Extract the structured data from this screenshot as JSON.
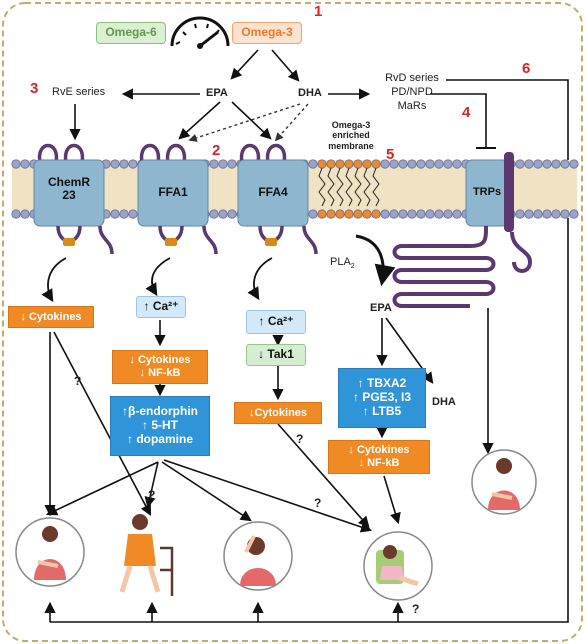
{
  "numbers": {
    "n1": "1",
    "n2": "2",
    "n3": "3",
    "n4": "4",
    "n5": "5",
    "n6": "6"
  },
  "top": {
    "omega6": "Omega-6",
    "omega3": "Omega-3",
    "epa": "EPA",
    "dha": "DHA",
    "rve_series": "RvE series",
    "rvd_series": "RvD series",
    "pd_npd": "PD/NPD",
    "mars": "MaRs"
  },
  "membrane": {
    "enriched_line1": "Omega-3",
    "enriched_line2": "enriched",
    "enriched_line3": "membrane"
  },
  "receptors": {
    "chemr_line1": "ChemR",
    "chemr_line2": "23",
    "ffa1": "FFA1",
    "ffa4": "FFA4",
    "trps": "TRPs"
  },
  "column1": {
    "cytokines_down": "↓ Cytokines",
    "question": "?"
  },
  "column2": {
    "ca_up": "↑ Ca²⁺",
    "cytokines_down": "↓ Cytokines",
    "nfkb_down": "↓ NF-kB",
    "endorphin_up": "↑β-endorphin",
    "serotonin_up": "↑ 5-HT",
    "dopamine_up": "↑ dopamine",
    "question": "?"
  },
  "column3": {
    "ca_up": "↑ Ca²⁺",
    "tak1_down": "↓ Tak1",
    "cytokines_down": "↓Cytokines",
    "question": "?"
  },
  "column4": {
    "pla2": "PLA",
    "pla2_sub": "2",
    "epa": "EPA",
    "dha": "DHA",
    "tbxa2_up": "↑ TBXA2",
    "pge3_up": "↑ PGE3, I3",
    "ltb5_up": "↑ LTB5",
    "cytokines_down": "↓ Cytokines",
    "nfkb_down": "↓ NF-kB",
    "question_a": "?",
    "question_b": "?"
  },
  "colors": {
    "membrane_line": "#6b6f9c",
    "membrane_fill": "#f0e3c4",
    "receptor_fill": "#8fb6cf",
    "receptor_loop": "#5a3870",
    "orange": "#f08a24",
    "blue": "#2f95d8",
    "number_red": "#e02020"
  }
}
